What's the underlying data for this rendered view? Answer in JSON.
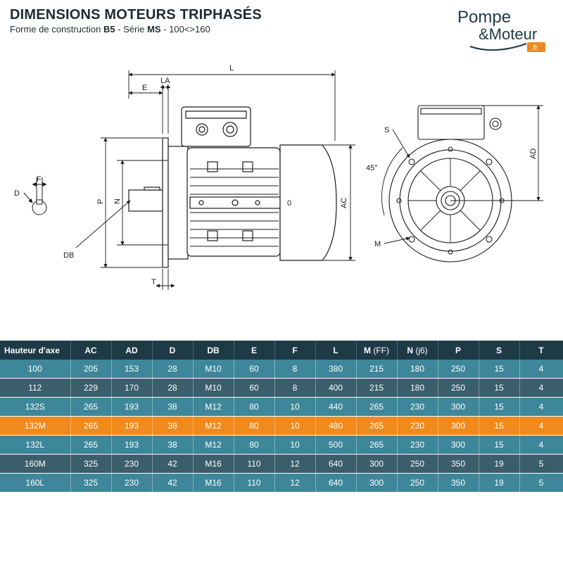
{
  "header": {
    "title": "DIMENSIONS MOTEURS TRIPHASÉS",
    "subtitle_prefix": "Forme de construction ",
    "subtitle_bold1": "B5",
    "subtitle_mid": " - Série ",
    "subtitle_bold2": "MS",
    "subtitle_suffix": " - 100<>160"
  },
  "logo": {
    "line1": "Pompe",
    "line2": "&Moteur",
    "tag": ".fr"
  },
  "colors": {
    "header_bg": "#1f3a47",
    "row_light": "#3e879a",
    "row_dark": "#3a5e6b",
    "highlight": "#f08a1c",
    "logo_blue": "#1f3a47",
    "logo_orange": "#f08a1c"
  },
  "drawing_labels": {
    "L": "L",
    "E": "E",
    "LA": "LA",
    "P": "P",
    "N": "N",
    "AC": "AC",
    "T": "T",
    "DB": "DB",
    "D": "D",
    "F": "F",
    "zero": "0",
    "S": "S",
    "angle": "45°",
    "M": "M",
    "AD": "AD"
  },
  "table": {
    "headers": [
      {
        "main": "Hauteur d'axe",
        "sub": ""
      },
      {
        "main": "AC",
        "sub": ""
      },
      {
        "main": "AD",
        "sub": ""
      },
      {
        "main": "D",
        "sub": ""
      },
      {
        "main": "DB",
        "sub": ""
      },
      {
        "main": "E",
        "sub": ""
      },
      {
        "main": "F",
        "sub": ""
      },
      {
        "main": "L",
        "sub": ""
      },
      {
        "main": "M",
        "sub": " (FF)"
      },
      {
        "main": "N",
        "sub": " (j6)"
      },
      {
        "main": "P",
        "sub": ""
      },
      {
        "main": "S",
        "sub": ""
      },
      {
        "main": "T",
        "sub": ""
      }
    ],
    "highlight_row": 3,
    "rows": [
      [
        "100",
        "205",
        "153",
        "28",
        "M10",
        "60",
        "8",
        "380",
        "215",
        "180",
        "250",
        "15",
        "4"
      ],
      [
        "112",
        "229",
        "170",
        "28",
        "M10",
        "60",
        "8",
        "400",
        "215",
        "180",
        "250",
        "15",
        "4"
      ],
      [
        "132S",
        "265",
        "193",
        "38",
        "M12",
        "80",
        "10",
        "440",
        "265",
        "230",
        "300",
        "15",
        "4"
      ],
      [
        "132M",
        "265",
        "193",
        "38",
        "M12",
        "80",
        "10",
        "480",
        "265",
        "230",
        "300",
        "15",
        "4"
      ],
      [
        "132L",
        "265",
        "193",
        "38",
        "M12",
        "80",
        "10",
        "500",
        "265",
        "230",
        "300",
        "15",
        "4"
      ],
      [
        "160M",
        "325",
        "230",
        "42",
        "M16",
        "110",
        "12",
        "640",
        "300",
        "250",
        "350",
        "19",
        "5"
      ],
      [
        "160L",
        "325",
        "230",
        "42",
        "M16",
        "110",
        "12",
        "640",
        "300",
        "250",
        "350",
        "19",
        "5"
      ]
    ]
  }
}
